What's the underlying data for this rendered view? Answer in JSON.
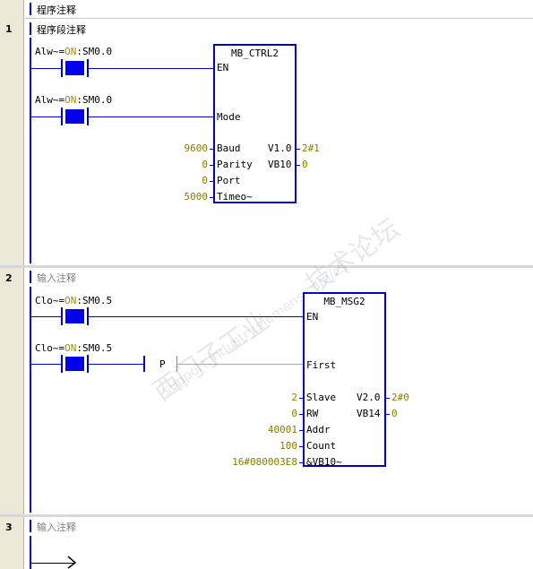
{
  "program_comment": "程序注释",
  "networks": [
    {
      "number": "1",
      "comment": "程序段注释",
      "contacts": [
        {
          "label_prefix": "Alw~=",
          "label_on": "ON",
          "label_addr": ":SM0.0"
        },
        {
          "label_prefix": "Alw~=",
          "label_on": "ON",
          "label_addr": ":SM0.0"
        }
      ],
      "block": {
        "title": "MB_CTRL2",
        "in_pins": [
          "EN",
          "Mode",
          "Baud",
          "Parity",
          "Port",
          "Timeo~"
        ],
        "in_values": [
          "9600",
          "0",
          "0",
          "5000"
        ],
        "out_pins": [
          "V1.0",
          "VB10"
        ],
        "out_values": [
          "2#1",
          "0"
        ]
      }
    },
    {
      "number": "2",
      "comment": "输入注释",
      "contacts": [
        {
          "label_prefix": "Clo~=",
          "label_on": "ON",
          "label_addr": ":SM0.5"
        },
        {
          "label_prefix": "Clo~=",
          "label_on": "ON",
          "label_addr": ":SM0.5"
        }
      ],
      "p_coil": "P",
      "block": {
        "title": "MB_MSG2",
        "in_pins": [
          "EN",
          "First",
          "Slave",
          "RW",
          "Addr",
          "Count",
          "&VB10~"
        ],
        "in_values": [
          "2",
          "0",
          "40001",
          "100",
          "16#080003E8"
        ],
        "out_pins": [
          "V2.0",
          "VB14"
        ],
        "out_values": [
          "2#0",
          "0"
        ]
      }
    },
    {
      "number": "3",
      "comment": "输入注释"
    }
  ],
  "watermark": {
    "line1": "西门子工业",
    "line2": "技术论坛",
    "line3": "support.industry.siemens.com/cs"
  },
  "colors": {
    "wire": "#0000cc",
    "contact_fill": "#0000ee",
    "value_text": "#8b7d00",
    "on_text": "#a09000",
    "gutter": "#ece9d8"
  }
}
